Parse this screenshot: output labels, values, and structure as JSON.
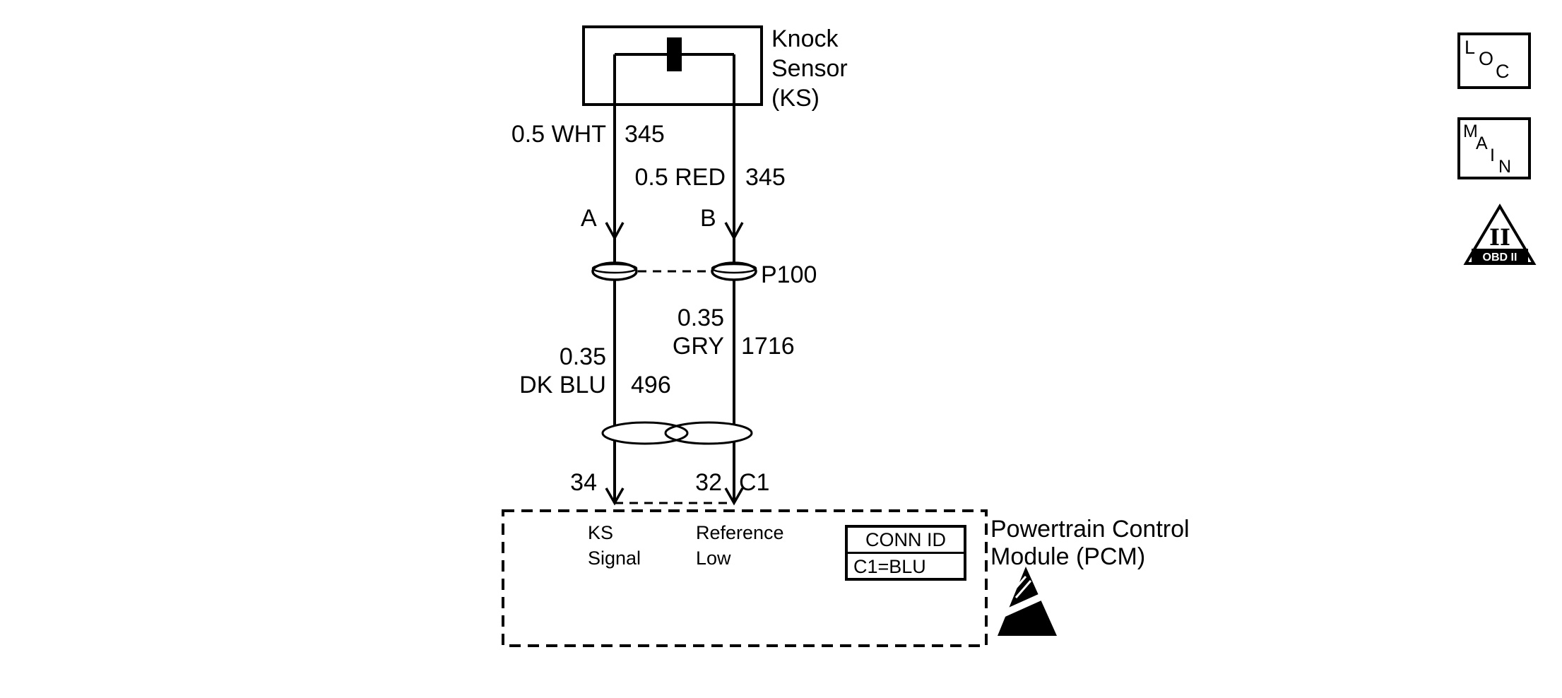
{
  "sensor": {
    "label_lines": [
      "Knock",
      "Sensor",
      "(KS)"
    ]
  },
  "wires": {
    "wht": {
      "gauge_color": "0.5 WHT",
      "circuit": "345"
    },
    "red": {
      "gauge_color": "0.5 RED",
      "circuit": "345"
    },
    "gry": {
      "gauge": "0.35",
      "color": "GRY",
      "circuit": "1716"
    },
    "dkblu": {
      "gauge": "0.35",
      "color": "DK BLU",
      "circuit": "496"
    }
  },
  "inline_connector": {
    "terminal_a": "A",
    "terminal_b": "B",
    "label": "P100"
  },
  "pcm": {
    "pin_34": "34",
    "pin_32": "32",
    "connector": "C1",
    "pin34_function_lines": [
      "KS",
      "Signal"
    ],
    "pin32_function_lines": [
      "Reference",
      "Low"
    ],
    "conn_id": {
      "header": "CONN ID",
      "value": "C1=BLU"
    },
    "label_lines": [
      "Powertrain Control",
      "Module (PCM)"
    ]
  },
  "legend": {
    "loc_letters": [
      "L",
      "O",
      "C"
    ],
    "main_letters": [
      "M",
      "A",
      "I",
      "N"
    ],
    "obd": {
      "numeral": "II",
      "band": "OBD II"
    }
  },
  "colors": {
    "line": "#000000",
    "background": "#ffffff"
  }
}
